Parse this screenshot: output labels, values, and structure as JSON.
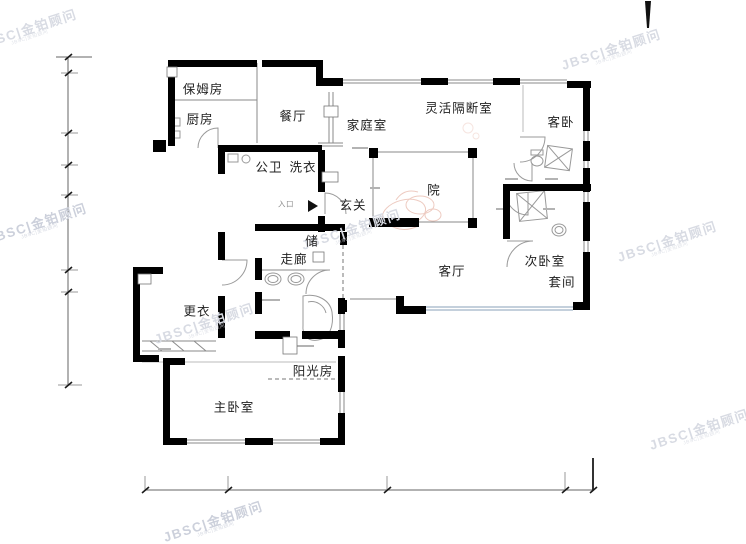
{
  "floorplan": {
    "watermark": {
      "text": "JBSC|金铂顾问"
    },
    "entrance": {
      "label": "入口"
    },
    "rooms": [
      {
        "id": "nanny-room",
        "label": "保姆房"
      },
      {
        "id": "kitchen",
        "label": "厨房"
      },
      {
        "id": "dining-room",
        "label": "餐厅"
      },
      {
        "id": "family-room",
        "label": "家庭室"
      },
      {
        "id": "flexible-partition-room",
        "label": "灵活隔断室"
      },
      {
        "id": "guest-bedroom",
        "label": "客卧"
      },
      {
        "id": "public-bathroom",
        "label": "公卫"
      },
      {
        "id": "laundry",
        "label": "洗衣"
      },
      {
        "id": "foyer",
        "label": "玄关"
      },
      {
        "id": "courtyard",
        "label": "院"
      },
      {
        "id": "storage",
        "label": "储"
      },
      {
        "id": "corridor",
        "label": "走廊"
      },
      {
        "id": "living-room",
        "label": "客厅"
      },
      {
        "id": "second-bedroom",
        "label": "次卧室"
      },
      {
        "id": "suite",
        "label": "套间"
      },
      {
        "id": "dressing-room",
        "label": "更衣"
      },
      {
        "id": "sunroom",
        "label": "阳光房"
      },
      {
        "id": "master-bedroom",
        "label": "主卧室"
      }
    ],
    "colors": {
      "wall": "#000000",
      "thin_line": "#8a8a8a",
      "dimension": "#666666",
      "watermark": "#d8dbe3",
      "plant_accent": "#dfa08e"
    }
  }
}
